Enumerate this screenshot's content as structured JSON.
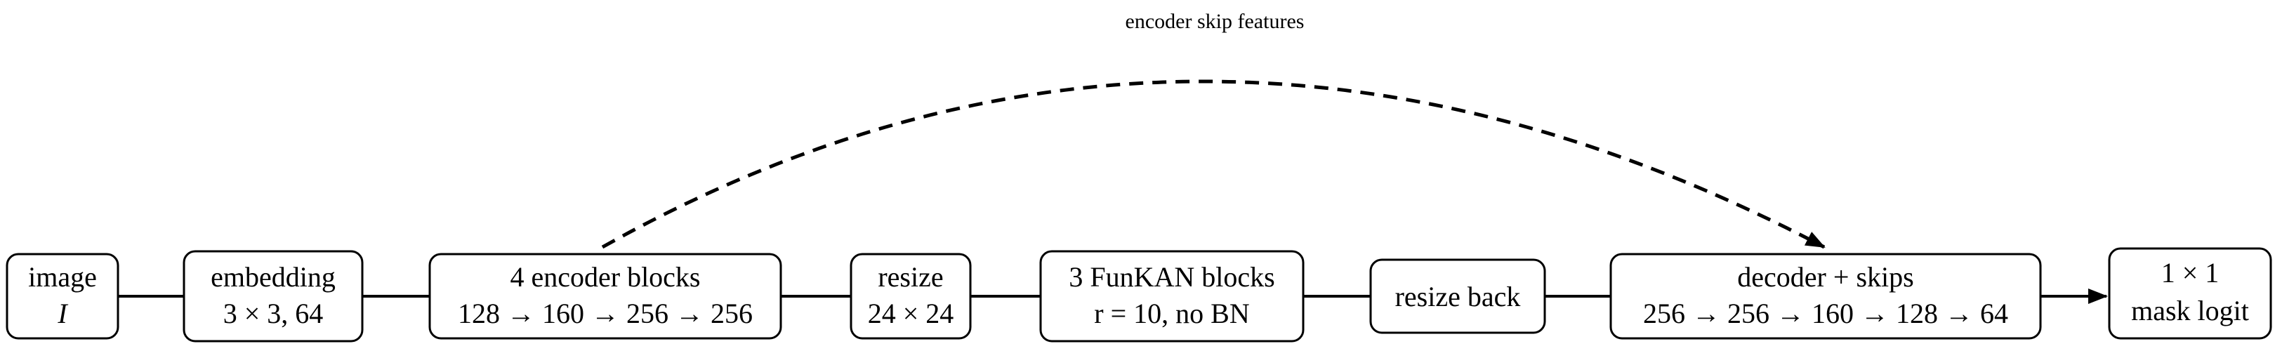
{
  "diagram": {
    "skip_label": "encoder skip features",
    "nodes": [
      {
        "id": "image",
        "line1": "image",
        "line2": "I"
      },
      {
        "id": "embedding",
        "line1": "embedding",
        "line2": "3 × 3, 64"
      },
      {
        "id": "encoder",
        "line1": "4 encoder blocks",
        "line2": "128 → 160 → 256 → 256"
      },
      {
        "id": "resize",
        "line1": "resize",
        "line2": "24 × 24"
      },
      {
        "id": "funkan",
        "line1": "3 FunKAN blocks",
        "line2": "r = 10, no BN"
      },
      {
        "id": "resize-back",
        "line1": "resize back"
      },
      {
        "id": "decoder",
        "line1": "decoder + skips",
        "line2": "256 → 256 → 160 → 128 → 64"
      },
      {
        "id": "mask",
        "line1": "1 × 1",
        "line2": "mask logit"
      }
    ]
  }
}
